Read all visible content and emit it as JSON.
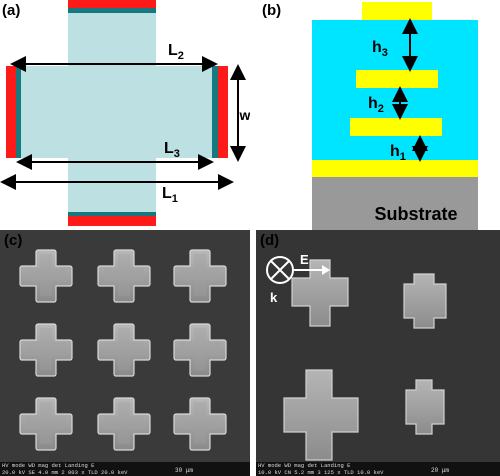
{
  "panels": {
    "a": {
      "label": "(a)",
      "dims": {
        "L2": "2",
        "L3": "3",
        "L1": "1",
        "w": "w"
      }
    },
    "b": {
      "label": "(b)",
      "heights": {
        "h3": "3",
        "h2": "2",
        "h1": "1"
      },
      "substrate_label": "Substrate"
    },
    "c": {
      "label": "(c)",
      "sem_info": "HV  mode  WD   mag  det Landing E",
      "sem_values": "20.0 kV  SE  4.0 mm  2 003 x  TLD  20.0 keV",
      "scale": "30 μm"
    },
    "d": {
      "label": "(d)",
      "field_label": "E",
      "wavevector_label": "k",
      "sem_info": "HV  mode  WD   mag  det Landing E",
      "sem_values": "10.0 kV  CN  5.2 mm  3 125 x  TLD  10.0 keV",
      "scale": "20 μm"
    }
  },
  "colors": {
    "metal": "#ff1a1a",
    "dielectric": "#bde0e2",
    "edge": "#147a80",
    "cyan_layer": "#00e5ff",
    "gold_layer": "#ffff00",
    "substrate": "#999999"
  }
}
